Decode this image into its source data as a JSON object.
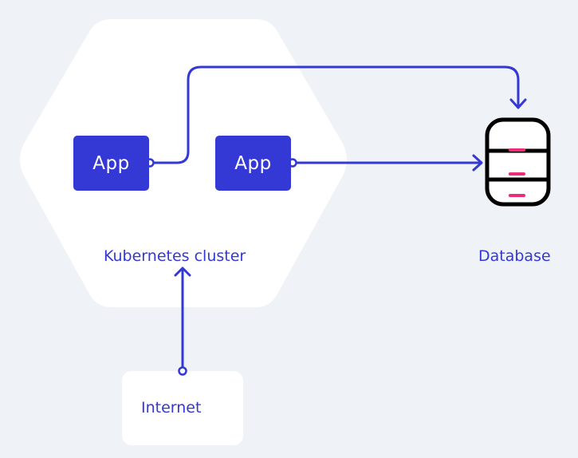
{
  "diagram": {
    "cluster_label": "Kubernetes cluster",
    "apps": [
      {
        "label": "App"
      },
      {
        "label": "App"
      }
    ],
    "database_label": "Database",
    "internet_label": "Internet"
  },
  "colors": {
    "background": "#eff2f7",
    "cluster_fill": "#ffffff",
    "app_fill": "#3438d4",
    "connector": "#3438d4",
    "database_outline": "#000000",
    "database_accent": "#ec2b7a"
  },
  "icons": {
    "database": "database-icon"
  }
}
